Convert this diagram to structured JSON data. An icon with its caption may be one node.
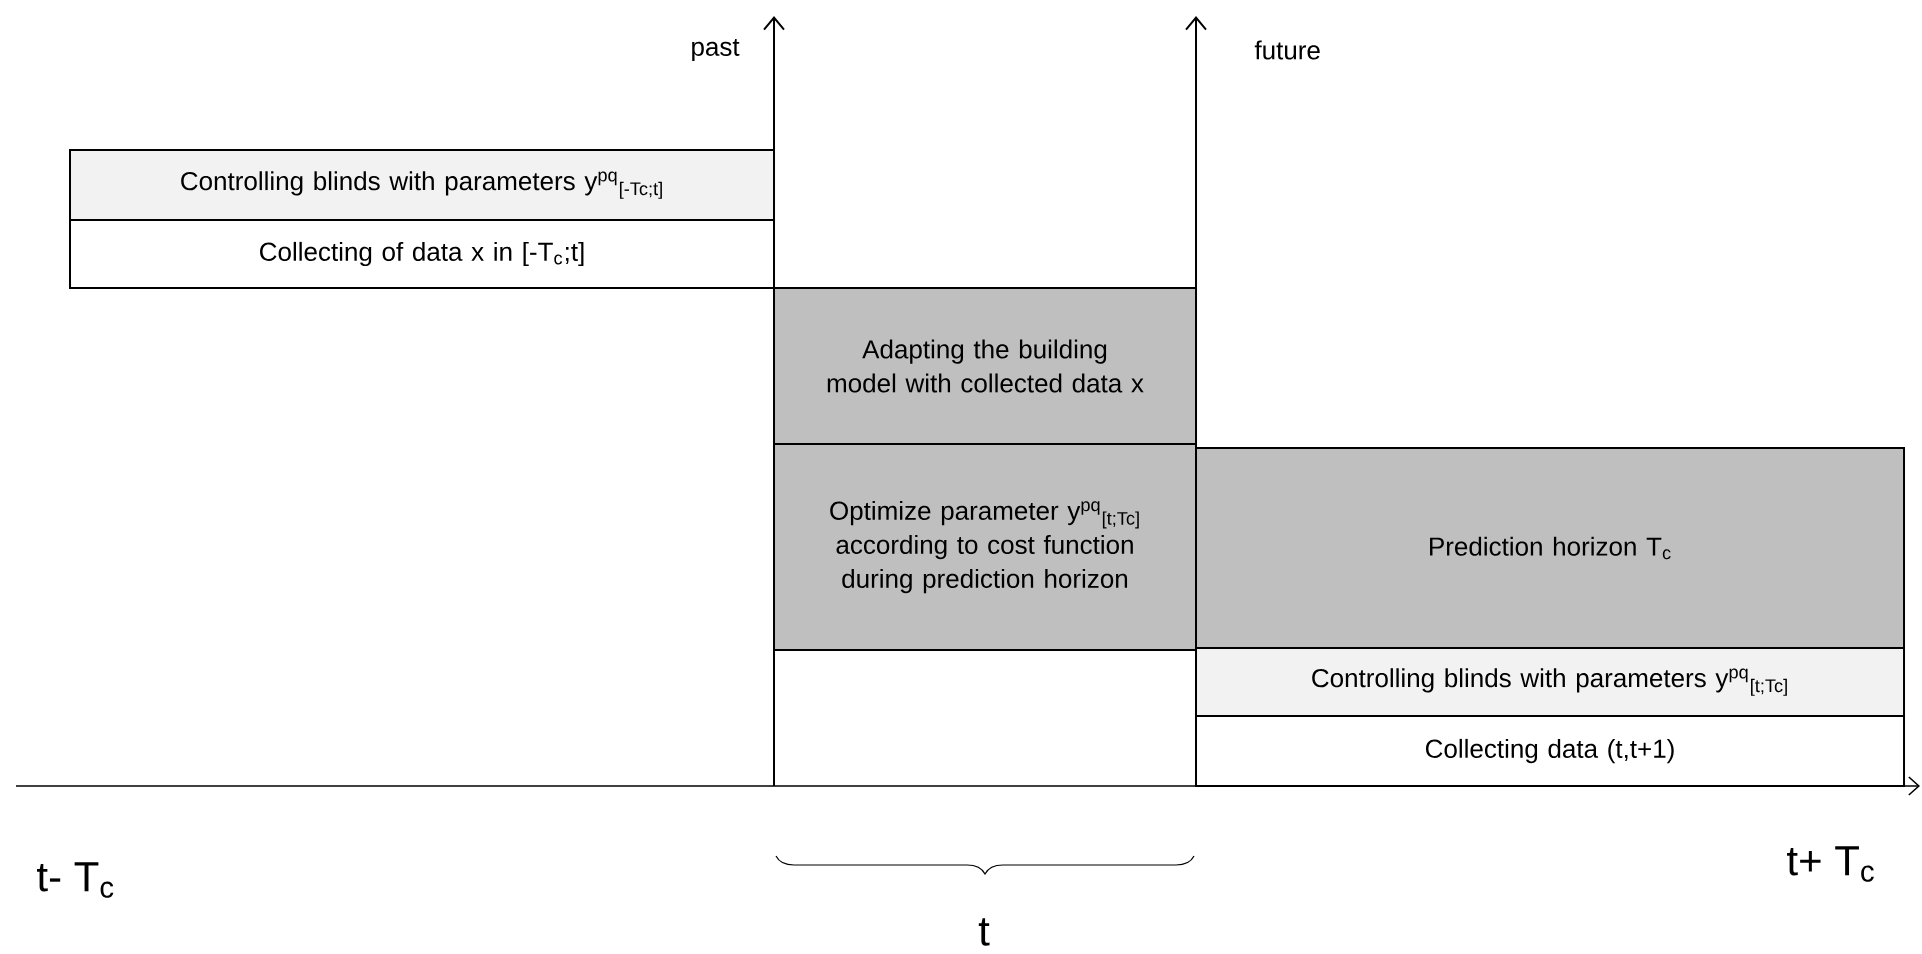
{
  "diagram": {
    "nodes": [
      {
        "text": [
          "Controlling blinds with parameters y$^{pq}$$_{[-Tc;t]}$"
        ]
      },
      {
        "text": [
          "Collecting of data x in [-T$_{c}$;t]"
        ]
      },
      {
        "text": [
          "Adapting the building model with collected data x"
        ]
      },
      {
        "text": [
          "Optimize parameter y$^{pq}$$_{[t;Tc]}$ according to cost function during prediction horizon"
        ]
      },
      {
        "text": [
          "Prediction horizon T$_{c}$"
        ]
      },
      {
        "text": [
          "Controlling blinds with parameters y$^{pq}$$_{[t;Tc]}$"
        ]
      },
      {
        "text": [
          "Collecting data (t,t+1)"
        ]
      }
    ],
    "labels": [
      "past",
      "future",
      "t- T$_{c}$",
      "t+ T$_{c}$",
      "t"
    ]
  }
}
